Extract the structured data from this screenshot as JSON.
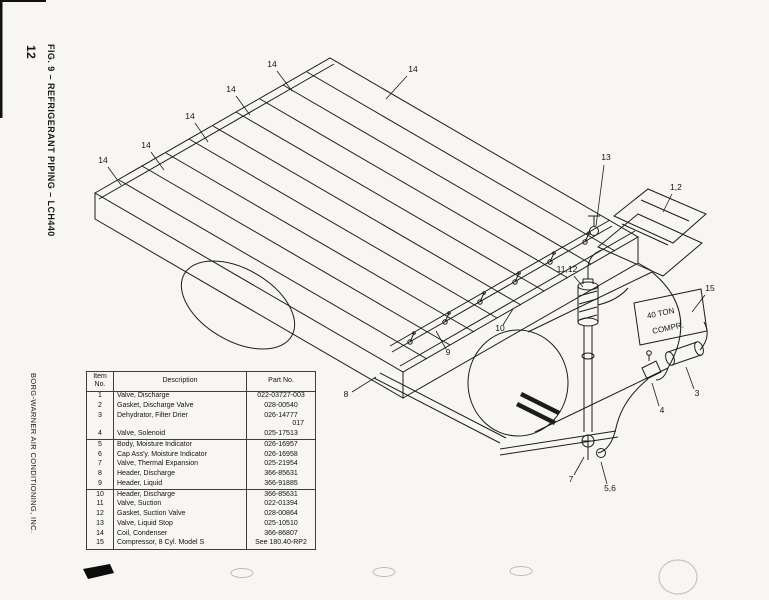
{
  "page": {
    "paper_color": "#f7f6f2",
    "ink_color": "#1a1a1a"
  },
  "sidebar": {
    "figure_title": "FIG. 9 – REFRIGERANT PIPING – LCH440",
    "page_number": "12",
    "publisher": "BORG-WARNER AIR CONDITIONING, INC."
  },
  "diagram": {
    "compressor_note": {
      "line1": "40 TON",
      "line2": "COMPR."
    },
    "callouts": [
      {
        "label": "14"
      },
      {
        "label": "14"
      },
      {
        "label": "14"
      },
      {
        "label": "14"
      },
      {
        "label": "14"
      },
      {
        "label": "14"
      },
      {
        "label": "13"
      },
      {
        "label": "1,2"
      },
      {
        "label": "11,12"
      },
      {
        "label": "15"
      },
      {
        "label": "10"
      },
      {
        "label": "9"
      },
      {
        "label": "8"
      },
      {
        "label": "7"
      },
      {
        "label": "5,6"
      },
      {
        "label": "4"
      },
      {
        "label": "3"
      }
    ]
  },
  "table": {
    "headers": {
      "item": "Item No.",
      "description": "Description",
      "part": "Part No."
    },
    "rows": [
      {
        "item": "1",
        "description": "Valve, Discharge",
        "part": "022-03727-003"
      },
      {
        "item": "2",
        "description": "Gasket, Discharge Valve",
        "part": "028-00540"
      },
      {
        "item": "3",
        "description": "Dehydrator, Filter Drier",
        "part": "026-14777",
        "part2": "017"
      },
      {
        "item": "4",
        "description": "Valve, Solenoid",
        "part": "025-17513"
      },
      {
        "item": "5",
        "description": "Body, Moisture Indicator",
        "part": "026-16957"
      },
      {
        "item": "6",
        "description": "Cap Ass'y. Moisture Indicator",
        "part": "026-16958"
      },
      {
        "item": "7",
        "description": "Valve, Thermal Expansion",
        "part": "025-21954"
      },
      {
        "item": "8",
        "description": "Header, Discharge",
        "part": "366-85631"
      },
      {
        "item": "9",
        "description": "Header, Liquid",
        "part": "366-91885"
      },
      {
        "item": "10",
        "description": "Header, Discharge",
        "part": "366-85631"
      },
      {
        "item": "11",
        "description": "Valve, Suction",
        "part": "022-01394"
      },
      {
        "item": "12",
        "description": "Gasket, Suction Valve",
        "part": "028-00864"
      },
      {
        "item": "13",
        "description": "Valve, Liquid Stop",
        "part": "025-10510"
      },
      {
        "item": "14",
        "description": "Coil, Condenser",
        "part": "366-86807"
      },
      {
        "item": "15",
        "description": "Compressor, 8 Cyl. Model  S",
        "part": "See 180.40-RP2"
      }
    ]
  }
}
